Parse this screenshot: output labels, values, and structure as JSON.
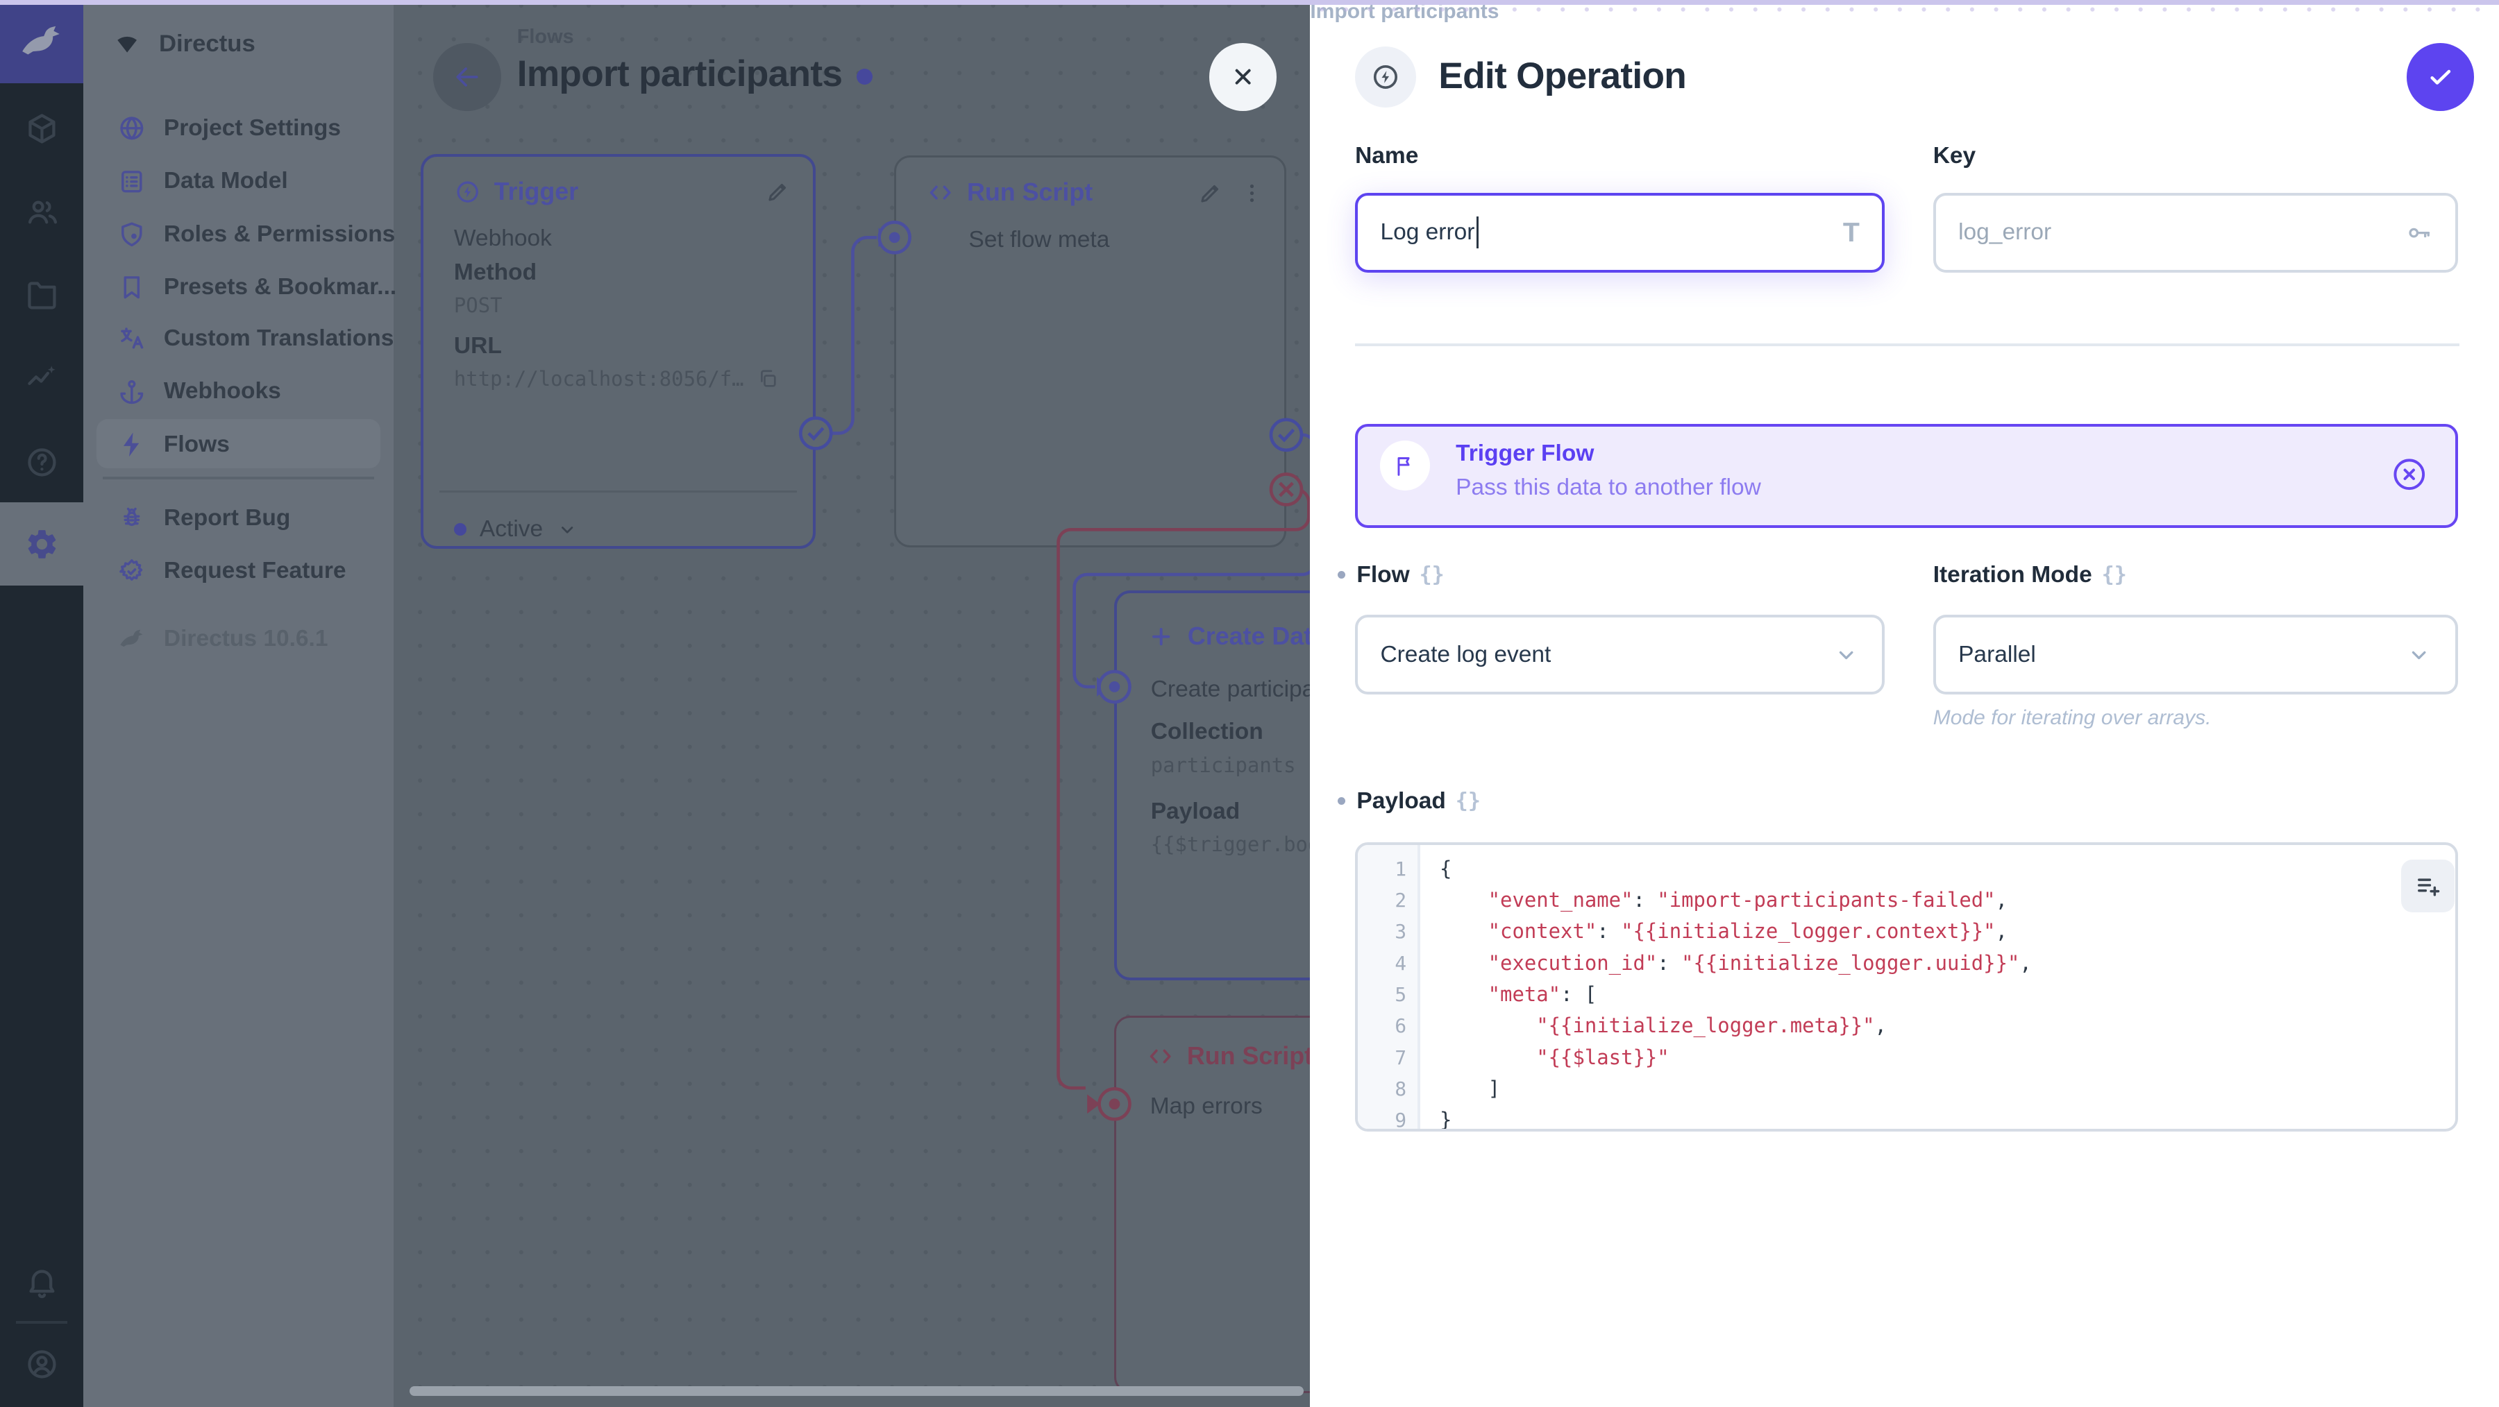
{
  "accent_color": "#6644ff",
  "top_strip_color": "#cbc5ec",
  "rail": {
    "logo_icon": "rabbit-icon",
    "modules": [
      {
        "icon": "cube-icon"
      },
      {
        "icon": "people-icon"
      },
      {
        "icon": "folder-icon"
      },
      {
        "icon": "activity-icon"
      },
      {
        "icon": "help-icon"
      },
      {
        "icon": "gear-icon",
        "active": true
      }
    ],
    "bottom": [
      {
        "icon": "bell-icon"
      },
      {
        "icon": "user-circle-icon"
      }
    ]
  },
  "sidebar": {
    "project_name": "Directus",
    "project_icon": "fan-icon",
    "items": [
      {
        "icon": "globe-icon",
        "label": "Project Settings"
      },
      {
        "icon": "data-model-icon",
        "label": "Data Model"
      },
      {
        "icon": "shield-icon",
        "label": "Roles & Permissions"
      },
      {
        "icon": "bookmark-icon",
        "label": "Presets & Bookmar..."
      },
      {
        "icon": "translate-icon",
        "label": "Custom Translations"
      },
      {
        "icon": "anchor-icon",
        "label": "Webhooks"
      },
      {
        "icon": "bolt-icon",
        "label": "Flows",
        "active": true
      }
    ],
    "extra_items": [
      {
        "icon": "bug-icon",
        "label": "Report Bug"
      },
      {
        "icon": "award-icon",
        "label": "Request Feature"
      }
    ],
    "version": "Directus 10.6.1"
  },
  "flow_editor": {
    "breadcrumb": "Flows",
    "title": "Import participants",
    "unsaved_dot": true,
    "panels": {
      "trigger": {
        "title": "Trigger",
        "type": "Webhook",
        "method_label": "Method",
        "method": "POST",
        "url_label": "URL",
        "url": "http://localhost:8056/f…",
        "status": "Active"
      },
      "run_script_1": {
        "title": "Run Script",
        "name": "Set flow meta"
      },
      "create_data": {
        "title": "Create Data",
        "name": "Create participant",
        "collection_label": "Collection",
        "collection": "participants",
        "payload_label": "Payload",
        "payload": "{{$trigger.bod"
      },
      "run_script_2": {
        "title": "Run Script",
        "name": "Map errors"
      }
    }
  },
  "drawer": {
    "breadcrumb": "Import participants",
    "title": "Edit Operation",
    "name_label": "Name",
    "name_value": "Log error",
    "key_label": "Key",
    "key_value": "log_error",
    "banner": {
      "title": "Trigger Flow",
      "subtitle": "Pass this data to another flow"
    },
    "flow_label": "Flow",
    "flow_value": "Create log event",
    "iteration_label": "Iteration Mode",
    "iteration_value": "Parallel",
    "iteration_note": "Mode for iterating over arrays.",
    "payload_label": "Payload",
    "payload_lines": [
      "{",
      "    \"event_name\": \"import-participants-failed\",",
      "    \"context\": \"{{initialize_logger.context}}\",",
      "    \"execution_id\": \"{{initialize_logger.uuid}}\",",
      "    \"meta\": [",
      "        \"{{initialize_logger.meta}}\",",
      "        \"{{$last}}\"",
      "    ]",
      "}"
    ]
  }
}
